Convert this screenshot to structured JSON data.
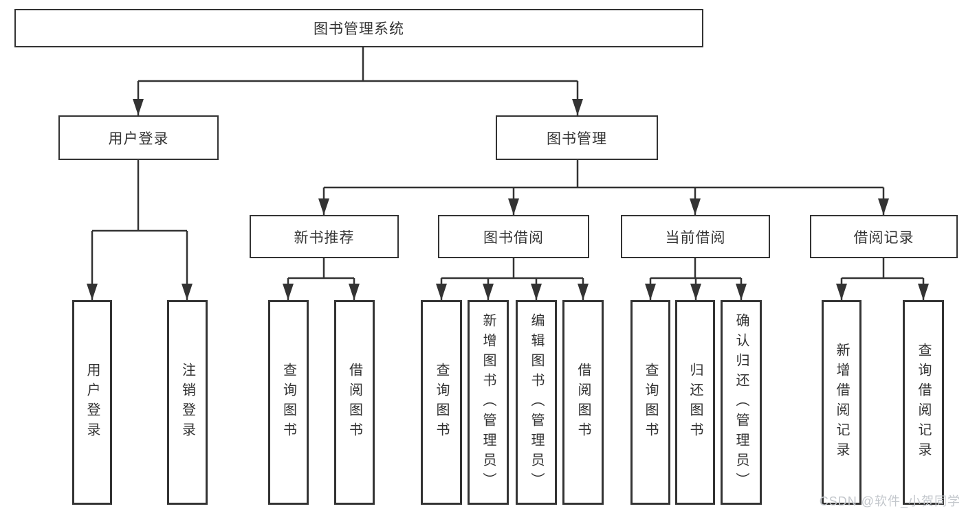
{
  "diagram_type": "tree",
  "colors": {
    "line": "#333333",
    "text": "#333333",
    "node_background": "#ffffff",
    "watermark_text": "#c3c7cc",
    "page_background": "#ffffff"
  },
  "tree": {
    "label": "图书管理系统",
    "children": [
      {
        "label": "用户登录",
        "children": [
          {
            "label": "用户登录"
          },
          {
            "label": "注销登录"
          }
        ]
      },
      {
        "label": "图书管理",
        "children": [
          {
            "label": "新书推荐",
            "children": [
              {
                "label": "查询图书"
              },
              {
                "label": "借阅图书"
              }
            ]
          },
          {
            "label": "图书借阅",
            "children": [
              {
                "label": "查询图书"
              },
              {
                "label": "新增图书（管理员）"
              },
              {
                "label": "编辑图书（管理员）"
              },
              {
                "label": "借阅图书"
              }
            ]
          },
          {
            "label": "当前借阅",
            "children": [
              {
                "label": "查询图书"
              },
              {
                "label": "归还图书"
              },
              {
                "label": "确认归还（管理员）"
              }
            ]
          },
          {
            "label": "借阅记录",
            "children": [
              {
                "label": "新增借阅记录"
              },
              {
                "label": "查询借阅记录"
              }
            ]
          }
        ]
      }
    ]
  },
  "watermark": {
    "text": "CSDN @软件_小贺同学"
  }
}
